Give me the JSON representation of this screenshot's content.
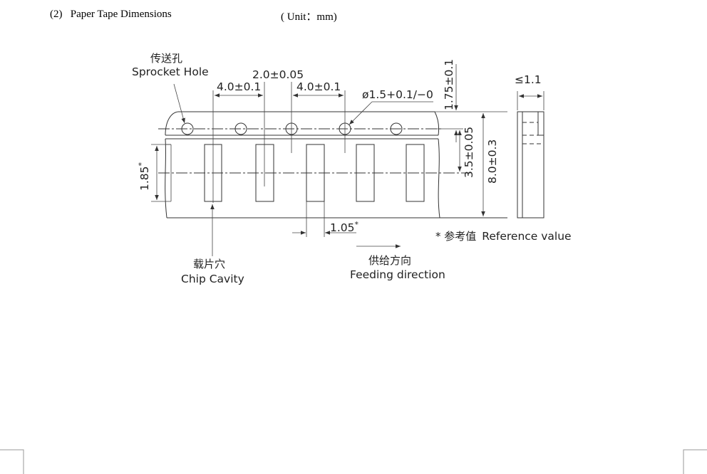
{
  "header": {
    "section_title": "(2)   Paper Tape Dimensions",
    "unit": "( Unit：mm)"
  },
  "diagram": {
    "sprocket_hole_cn": "传送孔",
    "sprocket_hole_en": "Sprocket Hole",
    "dim_hole_pitch": "2.0±0.05",
    "dim_pitch_left": "4.0±0.1",
    "dim_pitch_right": "4.0±0.1",
    "dim_hole_diameter": "ø1.5+0.1/−0",
    "dim_hole_edge": "1.75±0.1",
    "dim_row_offset": "3.5±0.05",
    "dim_tape_width": "8.0±0.3",
    "dim_thickness": "≤1.1",
    "dim_cavity_length": "1.85",
    "dim_cavity_length_mark": "*",
    "dim_cavity_width": "1.05",
    "dim_cavity_width_mark": "*",
    "reference_note_cn": "* 参考值",
    "reference_note_en": "Reference value",
    "chip_cavity_cn": "载片穴",
    "chip_cavity_en": "Chip Cavity",
    "feeding_cn": "供给方向",
    "feeding_en": "Feeding direction"
  }
}
